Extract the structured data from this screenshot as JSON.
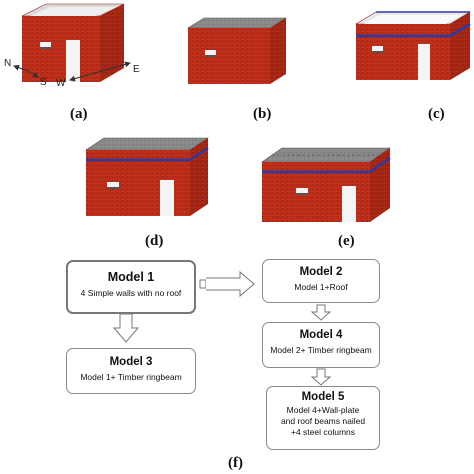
{
  "panels": [
    {
      "id": "a",
      "label": "(a)"
    },
    {
      "id": "b",
      "label": "(b)"
    },
    {
      "id": "c",
      "label": "(c)"
    },
    {
      "id": "d",
      "label": "(d)"
    },
    {
      "id": "e",
      "label": "(e)"
    },
    {
      "id": "f",
      "label": "(f)"
    }
  ],
  "compass": {
    "n": "N",
    "s": "S",
    "w": "W",
    "e": "E"
  },
  "models": {
    "m1": {
      "title": "Model 1",
      "desc": "4 Simple walls with no roof"
    },
    "m2": {
      "title": "Model 2",
      "desc": "Model 1+Roof"
    },
    "m3": {
      "title": "Model 3",
      "desc": "Model 1+ Timber ringbeam"
    },
    "m4": {
      "title": "Model 4",
      "desc": "Model 2+ Timber ringbeam"
    },
    "m5": {
      "title": "Model 5",
      "desc_lines": [
        "Model 4+Wall-plate",
        "and roof beams nailed",
        "+4 steel columns"
      ]
    }
  },
  "colors": {
    "brick": "#c8321c",
    "brick_dark": "#8e1f10",
    "roof": "#8c8c8c",
    "ringbeam": "#2a3aa8"
  }
}
